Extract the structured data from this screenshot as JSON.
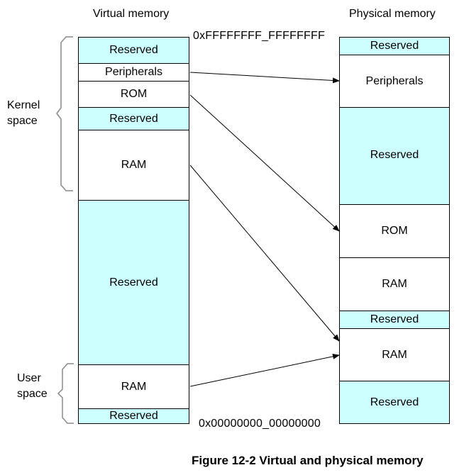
{
  "virtual": {
    "title": "Virtual memory",
    "segments": [
      {
        "label": "Reserved",
        "type": "reserved"
      },
      {
        "label": "Peripherals",
        "type": "mapped"
      },
      {
        "label": "ROM",
        "type": "mapped"
      },
      {
        "label": "Reserved",
        "type": "reserved"
      },
      {
        "label": "RAM",
        "type": "mapped"
      },
      {
        "label": "Reserved",
        "type": "reserved"
      },
      {
        "label": "RAM",
        "type": "mapped"
      },
      {
        "label": "Reserved",
        "type": "reserved"
      }
    ]
  },
  "physical": {
    "title": "Physical memory",
    "segments": [
      {
        "label": "Reserved",
        "type": "reserved"
      },
      {
        "label": "Peripherals",
        "type": "mapped"
      },
      {
        "label": "Reserved",
        "type": "reserved"
      },
      {
        "label": "ROM",
        "type": "mapped"
      },
      {
        "label": "RAM",
        "type": "mapped"
      },
      {
        "label": "Reserved",
        "type": "reserved"
      },
      {
        "label": "RAM",
        "type": "mapped"
      },
      {
        "label": "Reserved",
        "type": "reserved"
      }
    ]
  },
  "addresses": {
    "top": "0xFFFFFFFF_FFFFFFFF",
    "bottom": "0x00000000_00000000"
  },
  "regions": {
    "kernel_line1": "Kernel",
    "kernel_line2": "space",
    "user_line1": "User",
    "user_line2": "space"
  },
  "mappings": [
    {
      "from": "Peripherals",
      "to": "Peripherals"
    },
    {
      "from": "ROM",
      "to": "ROM"
    },
    {
      "from": "RAM (kernel)",
      "to": "RAM (lower)"
    },
    {
      "from": "RAM (user)",
      "to": "RAM (lower)"
    }
  ],
  "colors": {
    "reserved_fill": "#ccffff",
    "border": "#000000"
  },
  "caption": "Figure 12-2 Virtual and physical memory"
}
